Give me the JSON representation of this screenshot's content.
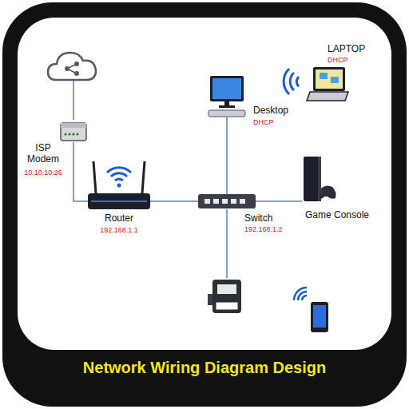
{
  "diagram": {
    "title": "Network Wiring Diagram Design",
    "nodes": [
      {
        "text": [
          "ISP Modem",
          "10.10.10.26"
        ]
      },
      {
        "text": [
          "Router",
          "192.168.1.1"
        ]
      },
      {
        "text": [
          "Switch",
          "192.168.1.2"
        ]
      },
      {
        "text": [
          "Desktop",
          "DHCP"
        ]
      },
      {
        "text": [
          "LAPTOP",
          "DHCP"
        ]
      },
      {
        "text": [
          "Game Console"
        ]
      }
    ],
    "edges": [
      {
        "from": 0,
        "to": 1,
        "arrow": "none"
      },
      {
        "from": 1,
        "to": 2,
        "arrow": "none"
      },
      {
        "from": 2,
        "to": 3,
        "arrow": "none"
      },
      {
        "from": 2,
        "to": 5,
        "arrow": "none"
      }
    ]
  }
}
